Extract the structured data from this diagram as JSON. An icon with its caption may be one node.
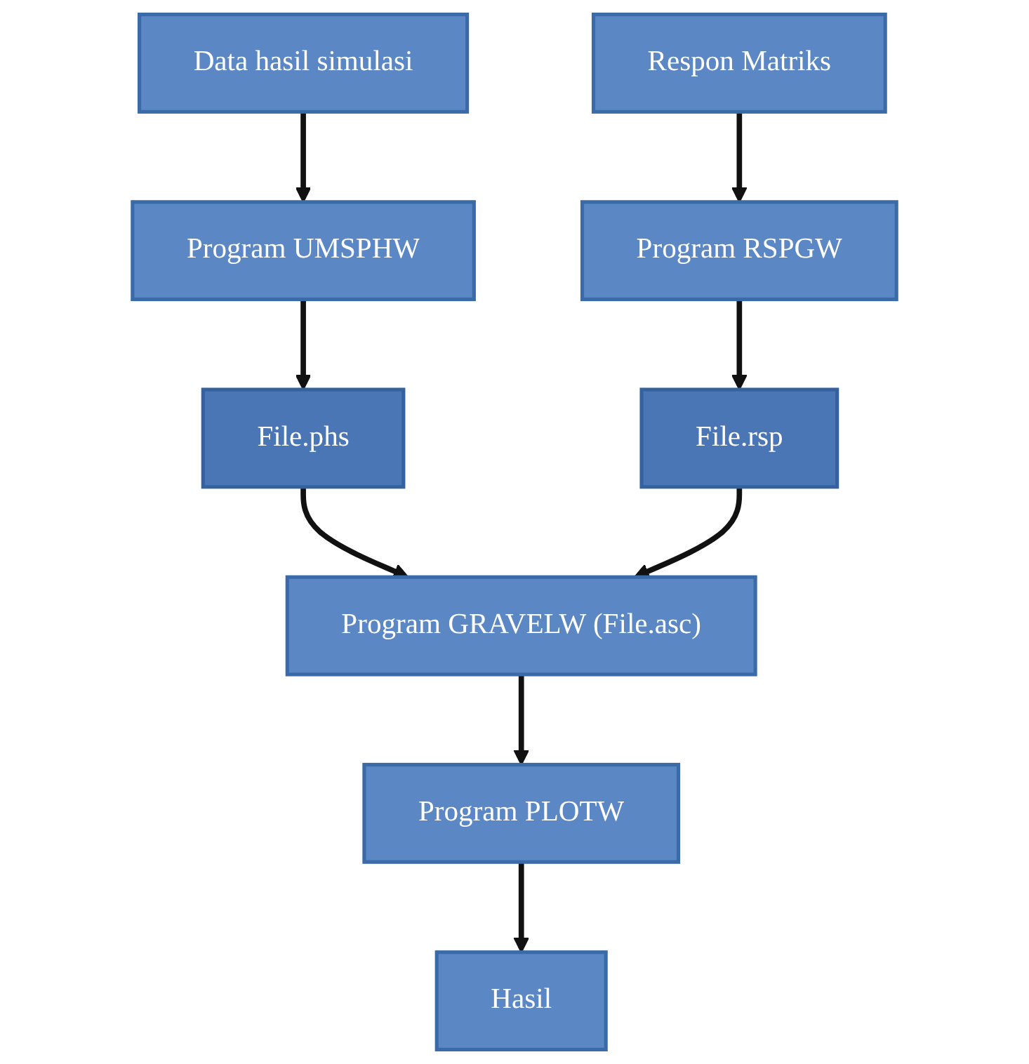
{
  "diagram": {
    "nodes": [
      {
        "text": [
          "Data hasil simulasi"
        ]
      },
      {
        "text": [
          "Respon Matriks"
        ]
      },
      {
        "text": [
          "Program UMSPHW"
        ]
      },
      {
        "text": [
          "Program RSPGW"
        ]
      },
      {
        "text": [
          "File.phs"
        ]
      },
      {
        "text": [
          "File.rsp"
        ]
      },
      {
        "text": [
          "Program GRAVELW (File.asc)"
        ]
      },
      {
        "text": [
          "Program PLOTW"
        ]
      },
      {
        "text": [
          "Hasil"
        ]
      }
    ],
    "edges": [
      {
        "from": 0,
        "to": 2,
        "arrow": "to"
      },
      {
        "from": 2,
        "to": 4,
        "arrow": "to"
      },
      {
        "from": 1,
        "to": 3,
        "arrow": "to"
      },
      {
        "from": 3,
        "to": 5,
        "arrow": "to"
      },
      {
        "from": 4,
        "to": 6,
        "arrow": "to"
      },
      {
        "from": 5,
        "to": 6,
        "arrow": "to"
      },
      {
        "from": 6,
        "to": 7,
        "arrow": "to"
      },
      {
        "from": 7,
        "to": 8,
        "arrow": "to"
      }
    ]
  }
}
